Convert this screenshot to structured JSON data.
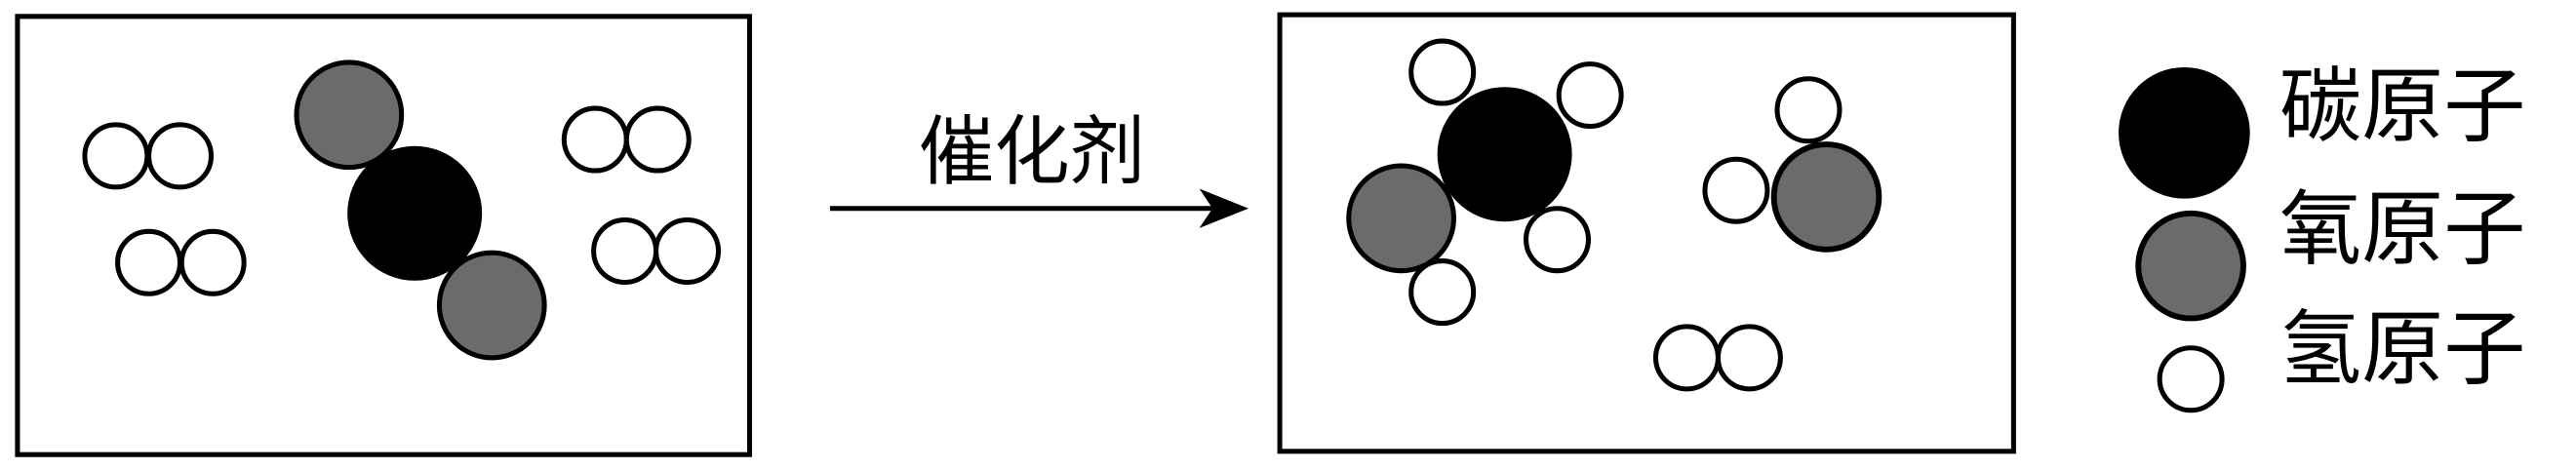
{
  "catalyst_label": "催化剂",
  "legend": {
    "carbon": "碳原子",
    "oxygen": "氧原子",
    "hydrogen": "氢原子"
  },
  "colors": {
    "carbon": "#000000",
    "oxygen": "#6b6b6b",
    "hydrogen": "#ffffff",
    "stroke": "#000000"
  }
}
